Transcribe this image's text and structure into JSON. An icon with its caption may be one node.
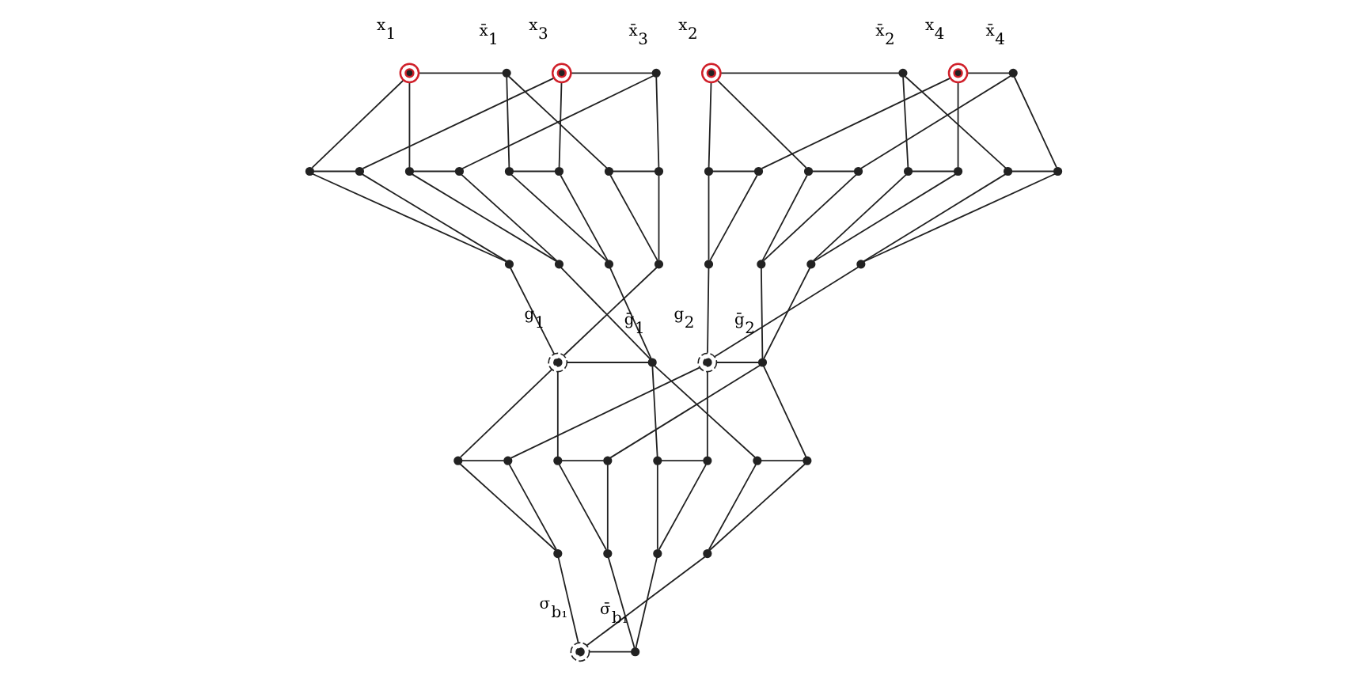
{
  "diagram": {
    "nodes": [
      {
        "text": [],
        "shape": "circle",
        "beside": [
          "x$_{1}$"
        ]
      },
      {
        "text": [],
        "shape": "circle",
        "beside": [
          "x̄$_{1}$"
        ]
      },
      {
        "text": [],
        "shape": "circle",
        "beside": [
          "x$_{3}$"
        ]
      },
      {
        "text": [],
        "shape": "circle",
        "beside": [
          "x̄$_{3}$"
        ]
      },
      {
        "text": [],
        "shape": "circle"
      },
      {
        "text": [],
        "shape": "circle"
      },
      {
        "text": [],
        "shape": "circle"
      },
      {
        "text": [],
        "shape": "circle"
      },
      {
        "text": [],
        "shape": "circle"
      },
      {
        "text": [],
        "shape": "circle"
      },
      {
        "text": [],
        "shape": "circle"
      },
      {
        "text": [],
        "shape": "circle"
      },
      {
        "text": [],
        "shape": "circle"
      },
      {
        "text": [],
        "shape": "circle"
      },
      {
        "text": [],
        "shape": "circle"
      },
      {
        "text": [],
        "shape": "circle"
      },
      {
        "text": [],
        "shape": "circle",
        "beside": [
          "x$_{2}$"
        ]
      },
      {
        "text": [],
        "shape": "circle",
        "beside": [
          "x̄$_{2}$"
        ]
      },
      {
        "text": [],
        "shape": "circle",
        "beside": [
          "x$_{4}$"
        ]
      },
      {
        "text": [],
        "shape": "circle",
        "beside": [
          "x̄$_{4}$"
        ]
      },
      {
        "text": [],
        "shape": "circle"
      },
      {
        "text": [],
        "shape": "circle"
      },
      {
        "text": [],
        "shape": "circle"
      },
      {
        "text": [],
        "shape": "circle"
      },
      {
        "text": [],
        "shape": "circle"
      },
      {
        "text": [],
        "shape": "circle"
      },
      {
        "text": [],
        "shape": "circle"
      },
      {
        "text": [],
        "shape": "circle"
      },
      {
        "text": [],
        "shape": "circle"
      },
      {
        "text": [],
        "shape": "circle"
      },
      {
        "text": [],
        "shape": "circle"
      },
      {
        "text": [],
        "shape": "circle"
      },
      {
        "text": [],
        "shape": "circle",
        "beside": [
          "g$_{1}$"
        ]
      },
      {
        "text": [],
        "shape": "circle",
        "beside": [
          "ḡ$_{1}$"
        ]
      },
      {
        "text": [],
        "shape": "circle",
        "beside": [
          "g$_{2}$"
        ]
      },
      {
        "text": [],
        "shape": "circle",
        "beside": [
          "ḡ$_{2}$"
        ]
      },
      {
        "text": [],
        "shape": "circle"
      },
      {
        "text": [],
        "shape": "circle"
      },
      {
        "text": [],
        "shape": "circle"
      },
      {
        "text": [],
        "shape": "circle"
      },
      {
        "text": [],
        "shape": "circle"
      },
      {
        "text": [],
        "shape": "circle"
      },
      {
        "text": [],
        "shape": "circle"
      },
      {
        "text": [],
        "shape": "circle"
      },
      {
        "text": [],
        "shape": "circle"
      },
      {
        "text": [],
        "shape": "circle"
      },
      {
        "text": [],
        "shape": "circle"
      },
      {
        "text": [],
        "shape": "circle"
      },
      {
        "text": [],
        "shape": "circle",
        "beside": [
          "σ$_{b₁}$"
        ]
      },
      {
        "text": [],
        "shape": "circle",
        "beside": [
          "σ̄$_{b₁}$"
        ]
      }
    ],
    "edges": [
      {
        "from": 0,
        "to": 1,
        "arrow": "none"
      },
      {
        "from": 2,
        "to": 3,
        "arrow": "none"
      },
      {
        "from": 0,
        "to": 4,
        "arrow": "none"
      },
      {
        "from": 0,
        "to": 6,
        "arrow": "none"
      },
      {
        "from": 1,
        "to": 8,
        "arrow": "none"
      },
      {
        "from": 1,
        "to": 10,
        "arrow": "none"
      },
      {
        "from": 2,
        "to": 5,
        "arrow": "none"
      },
      {
        "from": 2,
        "to": 9,
        "arrow": "none"
      },
      {
        "from": 3,
        "to": 7,
        "arrow": "none"
      },
      {
        "from": 3,
        "to": 11,
        "arrow": "none"
      },
      {
        "from": 4,
        "to": 5,
        "arrow": "none"
      },
      {
        "from": 4,
        "to": 12,
        "arrow": "none"
      },
      {
        "from": 5,
        "to": 12,
        "arrow": "none"
      },
      {
        "from": 6,
        "to": 7,
        "arrow": "none"
      },
      {
        "from": 6,
        "to": 13,
        "arrow": "none"
      },
      {
        "from": 7,
        "to": 13,
        "arrow": "none"
      },
      {
        "from": 8,
        "to": 9,
        "arrow": "none"
      },
      {
        "from": 8,
        "to": 14,
        "arrow": "none"
      },
      {
        "from": 9,
        "to": 14,
        "arrow": "none"
      },
      {
        "from": 10,
        "to": 11,
        "arrow": "none"
      },
      {
        "from": 10,
        "to": 15,
        "arrow": "none"
      },
      {
        "from": 11,
        "to": 15,
        "arrow": "none"
      },
      {
        "from": 16,
        "to": 17,
        "arrow": "none"
      },
      {
        "from": 18,
        "to": 19,
        "arrow": "none"
      },
      {
        "from": 16,
        "to": 20,
        "arrow": "none"
      },
      {
        "from": 16,
        "to": 22,
        "arrow": "none"
      },
      {
        "from": 17,
        "to": 24,
        "arrow": "none"
      },
      {
        "from": 17,
        "to": 26,
        "arrow": "none"
      },
      {
        "from": 18,
        "to": 21,
        "arrow": "none"
      },
      {
        "from": 18,
        "to": 25,
        "arrow": "none"
      },
      {
        "from": 19,
        "to": 23,
        "arrow": "none"
      },
      {
        "from": 19,
        "to": 27,
        "arrow": "none"
      },
      {
        "from": 20,
        "to": 21,
        "arrow": "none"
      },
      {
        "from": 20,
        "to": 28,
        "arrow": "none"
      },
      {
        "from": 21,
        "to": 28,
        "arrow": "none"
      },
      {
        "from": 22,
        "to": 23,
        "arrow": "none"
      },
      {
        "from": 22,
        "to": 29,
        "arrow": "none"
      },
      {
        "from": 23,
        "to": 29,
        "arrow": "none"
      },
      {
        "from": 24,
        "to": 25,
        "arrow": "none"
      },
      {
        "from": 24,
        "to": 30,
        "arrow": "none"
      },
      {
        "from": 25,
        "to": 30,
        "arrow": "none"
      },
      {
        "from": 26,
        "to": 27,
        "arrow": "none"
      },
      {
        "from": 26,
        "to": 31,
        "arrow": "none"
      },
      {
        "from": 27,
        "to": 31,
        "arrow": "none"
      },
      {
        "from": 12,
        "to": 32,
        "arrow": "none"
      },
      {
        "from": 13,
        "to": 33,
        "arrow": "none"
      },
      {
        "from": 14,
        "to": 33,
        "arrow": "none"
      },
      {
        "from": 15,
        "to": 32,
        "arrow": "none"
      },
      {
        "from": 28,
        "to": 34,
        "arrow": "none"
      },
      {
        "from": 29,
        "to": 35,
        "arrow": "none"
      },
      {
        "from": 30,
        "to": 35,
        "arrow": "none"
      },
      {
        "from": 31,
        "to": 34,
        "arrow": "none"
      },
      {
        "from": 32,
        "to": 33,
        "arrow": "none"
      },
      {
        "from": 34,
        "to": 35,
        "arrow": "none"
      },
      {
        "from": 32,
        "to": 36,
        "arrow": "none"
      },
      {
        "from": 32,
        "to": 38,
        "arrow": "none"
      },
      {
        "from": 33,
        "to": 40,
        "arrow": "none"
      },
      {
        "from": 33,
        "to": 42,
        "arrow": "none"
      },
      {
        "from": 34,
        "to": 37,
        "arrow": "none"
      },
      {
        "from": 34,
        "to": 41,
        "arrow": "none"
      },
      {
        "from": 35,
        "to": 39,
        "arrow": "none"
      },
      {
        "from": 35,
        "to": 43,
        "arrow": "none"
      },
      {
        "from": 36,
        "to": 37,
        "arrow": "none"
      },
      {
        "from": 36,
        "to": 44,
        "arrow": "none"
      },
      {
        "from": 37,
        "to": 44,
        "arrow": "none"
      },
      {
        "from": 38,
        "to": 39,
        "arrow": "none"
      },
      {
        "from": 38,
        "to": 45,
        "arrow": "none"
      },
      {
        "from": 39,
        "to": 45,
        "arrow": "none"
      },
      {
        "from": 40,
        "to": 41,
        "arrow": "none"
      },
      {
        "from": 40,
        "to": 46,
        "arrow": "none"
      },
      {
        "from": 41,
        "to": 46,
        "arrow": "none"
      },
      {
        "from": 42,
        "to": 43,
        "arrow": "none"
      },
      {
        "from": 42,
        "to": 47,
        "arrow": "none"
      },
      {
        "from": 43,
        "to": 47,
        "arrow": "none"
      },
      {
        "from": 44,
        "to": 48,
        "arrow": "none"
      },
      {
        "from": 45,
        "to": 49,
        "arrow": "none"
      },
      {
        "from": 46,
        "to": 49,
        "arrow": "none"
      },
      {
        "from": 47,
        "to": 48,
        "arrow": "none"
      },
      {
        "from": 48,
        "to": 49,
        "arrow": "none"
      }
    ]
  }
}
